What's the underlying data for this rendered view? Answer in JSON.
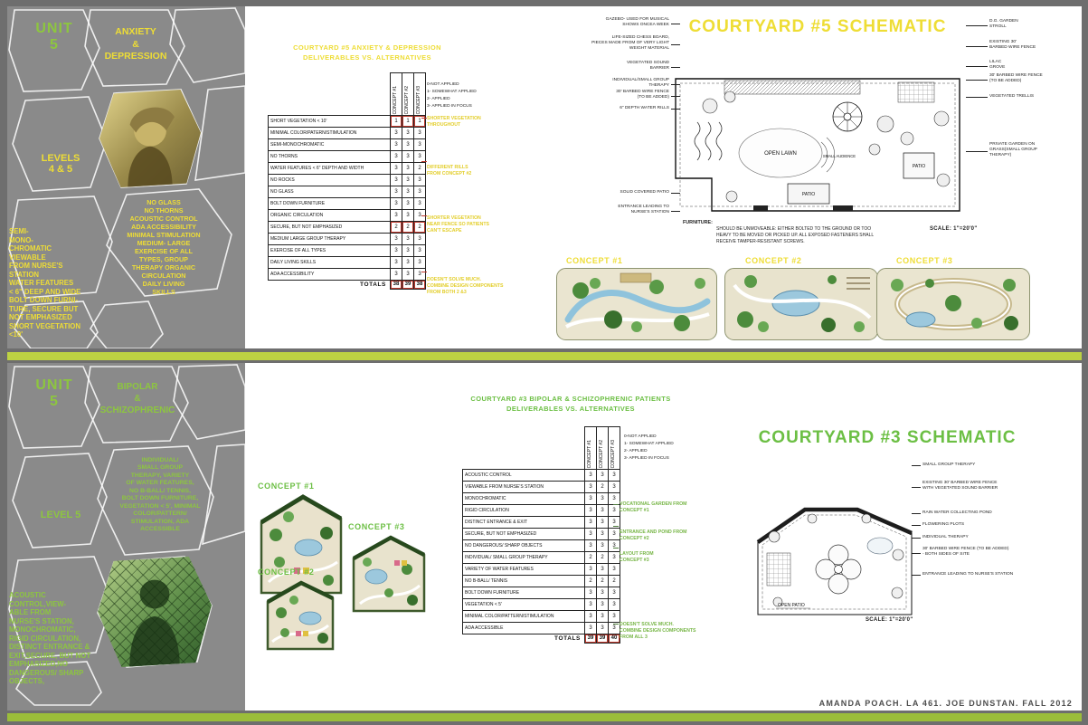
{
  "page": {
    "bg": "#6e6e6e",
    "accent_yellow": "#eedd35",
    "accent_green": "#8dc63f",
    "bar_color_top": "#bdd243",
    "bar_color_bottom": "#9bbd3a",
    "highlight_red": "#c23a2e",
    "footer_credit": "AMANDA POACH. LA 461. JOE DUNSTAN. FALL 2012"
  },
  "legend": {
    "items": [
      "0-NOT APPLIED",
      "1- SOMEWHAT APPLIED",
      "2- APPLIED",
      "3- APPLIED IN FOCUS"
    ]
  },
  "board_top": {
    "sidebar": {
      "unit": "UNIT\n5",
      "condition": "ANXIETY\n&\nDEPRESSION",
      "level": "LEVELS\n4 & 5",
      "photo_alt": "patient holding head photo",
      "requirements_hex": "NO GLASS\nNO THORNS\nACOUSTIC CONTROL\nADA ACCESSIBILITY\nMINIMAL STIMULATION\nMEDIUM- LARGE\nEXERCISE OF ALL\nTYPES, GROUP\nTHERAPY ORGANIC\nCIRCULATION\nDAILY LIVING\nSKILLS",
      "requirements_left": "SEMI-\nMONO-\nCHROMATIC\nVIEWABLE\nFROM NURSE'S\nSTATION\nWATER FEATURES\n< 6\" DEEP AND WIDE\nBOLT DOWN FURNI-\nTURE, SECURE BUT\nNOT EMPHASIZED\nSHORT VEGETATION\n<10'"
    },
    "matrix": {
      "title": "COURTYARD #5 ANXIETY & DEPRESSION\nDELIVERABLES VS. ALTERNATIVES",
      "columns": [
        "CONCEPT #1",
        "CONCEPT #2",
        "CONCEPT #3"
      ],
      "rows": [
        {
          "label": "SHORT VEGETATION < 10'",
          "values": [
            1,
            1,
            1
          ],
          "highlight": true
        },
        {
          "label": "MINIMAL COLOR/PATERN/STIMULATION",
          "values": [
            3,
            3,
            3
          ]
        },
        {
          "label": "SEMI-MONOCHROMATIC",
          "values": [
            3,
            3,
            3
          ]
        },
        {
          "label": "NO THORNS",
          "values": [
            3,
            3,
            3
          ]
        },
        {
          "label": "WATER FEATURES < 6\" DEPTH AND WIDTH",
          "values": [
            3,
            3,
            2
          ]
        },
        {
          "label": "NO ROCKS",
          "values": [
            3,
            3,
            3
          ]
        },
        {
          "label": "NO GLASS",
          "values": [
            3,
            3,
            3
          ]
        },
        {
          "label": "BOLT DOWN FURNITURE",
          "values": [
            3,
            3,
            3
          ]
        },
        {
          "label": "ORGANIC CIRCULATION",
          "values": [
            3,
            3,
            3
          ]
        },
        {
          "label": "SECURE, BUT NOT EMPHASIZED",
          "values": [
            2,
            2,
            2
          ],
          "highlight": true
        },
        {
          "label": "MEDIUM LARGE GROUP THERAPY",
          "values": [
            3,
            3,
            3
          ]
        },
        {
          "label": "EXERCISE OF ALL TYPES",
          "values": [
            3,
            3,
            3
          ]
        },
        {
          "label": "DAILY LIVING SKILLS",
          "values": [
            3,
            3,
            3
          ]
        },
        {
          "label": "ADA ACCESSIBILITY",
          "values": [
            3,
            3,
            3
          ]
        }
      ],
      "totals_label": "TOTALS",
      "totals": [
        38,
        39,
        38
      ]
    },
    "annotations": [
      "SHORTER VEGETATION\nTHROUGHOUT",
      "DIFFERENT RILLS\nFROM CONCEPT #2",
      "SHORTER VEGETATION\nNEAR FENCE SO PATIENTS\nCAN'T ESCAPE",
      "DOESN'T SOLVE MUCH.\nCOMBINE DESIGN COMPONENTS\nFROM BOTH 2 &3"
    ],
    "schematic": {
      "title": "COURTYARD #5 SCHEMATIC",
      "labels_left": [
        "GAZEBO- USED FOR MUSICAL\nSHOWS ONCEA WEEK",
        "LIFE-SIZED CHESS BOARD,\nPIECES MADE FROM OF VERY LIGHT\nWEIGHT MATERIAL",
        "VEGETATED SOUND\nBARRIER",
        "INDIVIDUAL/SMALL GROUP\nTHERAPY",
        "30' BARBED WIRE FENCE\n(TO BE ADDED)",
        "6\" DEPTH WATER RILLS",
        "SOLID COVERED PATIO",
        "ENTRANCE LEADING TO\nNURSE'S STATION"
      ],
      "labels_right": [
        "D.G. GARDEN\nSTROLL",
        "EXISTING 30'\nBARBED WIRE FENCE",
        "LILAC\nGROVE",
        "30' BARBED WIRE FENCE\n(TO BE ADDED)",
        "VEGETATED TRELLIS",
        "PRIVATE GARDEN ON\nGRASS(SMALL GROUP\nTHERAPY)"
      ],
      "plan_labels": [
        "OPEN LAWN",
        "SMALL AUDIENCE",
        "PATIO",
        "PATIO"
      ],
      "scale": "SCALE: 1\"=20'0\"",
      "furniture_title": "FURNITURE:",
      "furniture_note": "SHOULD BE UNMOVEABLE: EITHER BOLTED TO THE GROUND OR TOO\nHEAVY TO BE MOVED OR PICKED UP. ALL EXPOSED FASTENERS SHALL\nRECEIVE TAMPER-RESISTANT SCREWS."
    },
    "concepts": [
      {
        "label": "CONCEPT #1"
      },
      {
        "label": "CONCEPT #2"
      },
      {
        "label": "CONCEPT #3"
      }
    ]
  },
  "board_bottom": {
    "sidebar": {
      "unit": "UNIT\n5",
      "condition": "BIPOLAR\n&\nSCHIZOPHRENIC",
      "level": "LEVEL 5",
      "photo_alt": "patient behind chain-link fence photo",
      "requirements_hex": "INDIVIDUAL/\nSMALL GROUP\nTHERAPY, VARIETY\nOF WATER FEATURES,\nNO B-BALL/ TENNIS,\nBOLT DOWN FURNITURE,\nVEGETATION < 5', MINIMAL\nCOLOR/PATTERN/\nSTIMULATION, ADA\nACCESSIBLE",
      "requirements_left": "ACOUSTIC\nCONTROL,VIEW-\nABLE FROM\nNURSE'S STATION,\nMONOCHROMATIC,\nRIGID CIRCULATION,\nDISTINCT ENTRANCE &\nEXIT,SECURE, BUT NOT\nEMPHASIZED,NO\nDANGEROUS/ SHARP\nOBJECTS,"
    },
    "matrix": {
      "title": "COURTYARD #3 BIPOLAR & SCHIZOPHRENIC PATIENTS\nDELIVERABLES VS. ALTERNATIVES",
      "columns": [
        "CONCEPT #1",
        "CONCEPT #2",
        "CONCEPT #3"
      ],
      "rows": [
        {
          "label": "ACOUSTIC CONTROL",
          "values": [
            3,
            3,
            3
          ]
        },
        {
          "label": "VIEWABLE FROM NURSE'S STATION",
          "values": [
            3,
            2,
            3
          ]
        },
        {
          "label": "MONOCHROMATIC",
          "values": [
            3,
            3,
            3
          ]
        },
        {
          "label": "RIGID CIRCULATION",
          "values": [
            3,
            3,
            3
          ]
        },
        {
          "label": "DISTINCT ENTRANCE & EXIT",
          "values": [
            3,
            3,
            3
          ]
        },
        {
          "label": "SECURE, BUT NOT EMPHASIZED",
          "values": [
            3,
            3,
            3
          ]
        },
        {
          "label": "NO DANGEROUS/ SHARP OBJECTS",
          "values": [
            3,
            3,
            3
          ]
        },
        {
          "label": "INDIVIDUAL/ SMALL GROUP THERAPY",
          "values": [
            2,
            2,
            3
          ]
        },
        {
          "label": "VARIETY OF WATER FEATURES",
          "values": [
            3,
            3,
            3
          ]
        },
        {
          "label": "NO B-BALL/ TENNIS",
          "values": [
            2,
            2,
            2
          ]
        },
        {
          "label": "BOLT DOWN FURNITURE",
          "values": [
            3,
            3,
            3
          ]
        },
        {
          "label": "VEGETATION < 5'",
          "values": [
            3,
            3,
            3
          ]
        },
        {
          "label": "MINIMAL COLOR/PATTERN/STIMULATION",
          "values": [
            3,
            3,
            3
          ]
        },
        {
          "label": "ADA ACCESSIBLE",
          "values": [
            3,
            3,
            3
          ]
        }
      ],
      "totals_label": "TOTALS",
      "totals": [
        39,
        39,
        40
      ]
    },
    "annotations": [
      "VOCATIONAL GARDEN FROM\nCONCEPT #1",
      "ENTRANCE AND POND FROM\nCONCEPT #2",
      "LAYOUT FROM\nCONCEPT #3",
      "DOESN'T SOLVE MUCH.\nCOMBINE DESIGN COMPONENTS\nFROM ALL 3"
    ],
    "schematic": {
      "title": "COURTYARD #3 SCHEMATIC",
      "labels_right": [
        "SMALL GROUP THERAPY",
        "EXISTING 30' BARBED WIRE FENCE\nWITH VEGETATED SOUND BARRIER",
        "RAIN WATER COLLECTING POND",
        "FLOWERING PLOTS",
        "INDIVIDUAL THERAPY",
        "30' BARBED WIRE FENCE (TO BE ADDED)\n- BOTH SIDES OF SITE",
        "ENTRANCE LEADING TO NURSE'S STATION"
      ],
      "plan_labels": [
        "OPEN PATIO"
      ],
      "scale": "SCALE: 1\"=20'0\""
    },
    "concepts": [
      {
        "label": "CONCEPT #1"
      },
      {
        "label": "CONCEPT #3"
      },
      {
        "label": "CONCEPT #2"
      }
    ]
  }
}
